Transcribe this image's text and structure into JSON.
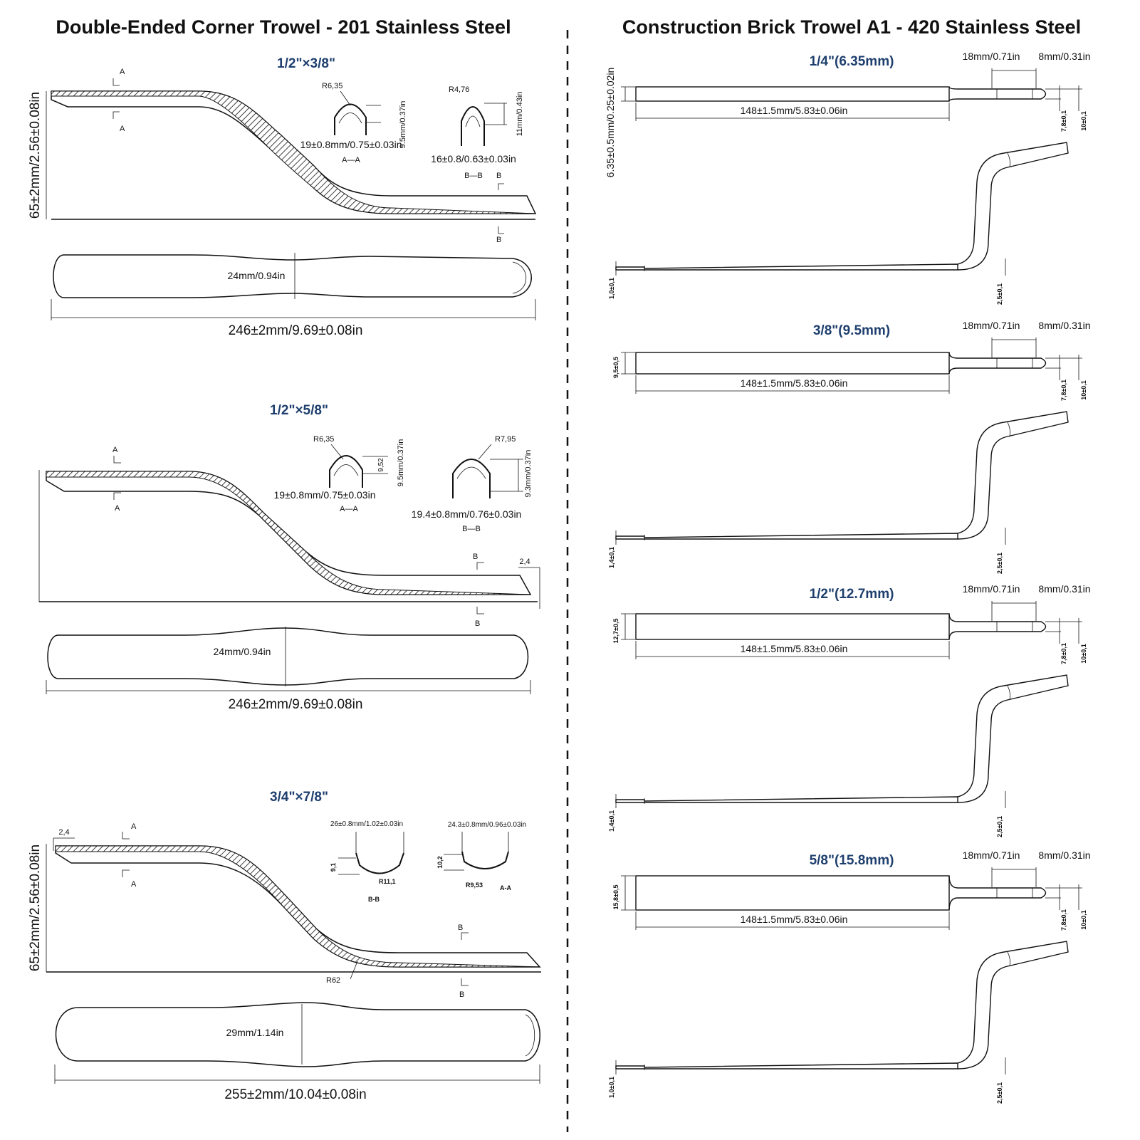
{
  "titles": {
    "left": "Double-Ended Corner Trowel - 201 Stainless Steel",
    "right": "Construction Brick Trowel A1 - 420 Stainless Steel"
  },
  "corner_trowels": [
    {
      "size": "1/2\"×3/8\"",
      "height": "65±2mm/2.56±0.08in",
      "width": "24mm/0.94in",
      "length": "246±2mm/9.69±0.08in",
      "sec_a": {
        "radius": "R6,35",
        "width": "19±0.8mm/0.75±0.03in",
        "height": "9.5mm/0.37in",
        "name": "A—A"
      },
      "sec_b": {
        "radius": "R4,76",
        "width": "16±0.8/0.63±0.03in",
        "height": "11mm/0.43in",
        "name": "B—B"
      },
      "marks": {
        "a": "A",
        "b": "B"
      }
    },
    {
      "size": "1/2\"×5/8\"",
      "width": "24mm/0.94in",
      "length": "246±2mm/9.69±0.08in",
      "tip": "2,4",
      "sec_a": {
        "radius": "R6,35",
        "width": "19±0.8mm/0.75±0.03in",
        "height": "9.5mm/0.37in",
        "inner": "9,52",
        "name": "A—A"
      },
      "sec_b": {
        "radius": "R7,95",
        "width": "19.4±0.8mm/0.76±0.03in",
        "height": "9.3mm/0.37in",
        "name": "B—B"
      },
      "marks": {
        "a": "A",
        "b": "B"
      }
    },
    {
      "size": "3/4\"×7/8\"",
      "height": "65±2mm/2.56±0.08in",
      "width": "29mm/1.14in",
      "length": "255±2mm/10.04±0.08in",
      "tip": "2,4",
      "bend": "R62",
      "sec_b": {
        "radius": "R11,1",
        "width": "26±0.8mm/1.02±0.03in",
        "height": "9,1",
        "name": "B-B"
      },
      "sec_a": {
        "radius": "R9,53",
        "width": "24.3±0.8mm/0.96±0.03in",
        "height": "10,2",
        "name": "A-A"
      },
      "marks": {
        "a": "A",
        "b": "B"
      }
    }
  ],
  "brick_trowels": [
    {
      "size": "1/4\"(6.35mm)",
      "width": "6.35±0.5mm/0.25±0.02in",
      "length": "148±1.5mm/5.83±0.06in",
      "d1": "18mm/0.71in",
      "d2": "8mm/0.31in",
      "h1": "7,8±0,1",
      "h2": "10±0,1",
      "t1": "1,0±0,1",
      "t2": "2,5±0,1"
    },
    {
      "size": "3/8\"(9.5mm)",
      "width": "9,5±0,5",
      "length": "148±1.5mm/5.83±0.06in",
      "d1": "18mm/0.71in",
      "d2": "8mm/0.31in",
      "h1": "7,8±0,1",
      "h2": "10±0,1",
      "t1": "1,4±0,1",
      "t2": "2,5±0,1"
    },
    {
      "size": "1/2\"(12.7mm)",
      "width": "12,7±0,5",
      "length": "148±1.5mm/5.83±0.06in",
      "d1": "18mm/0.71in",
      "d2": "8mm/0.31in",
      "h1": "7,8±0,1",
      "h2": "10±0,1",
      "t1": "1,4±0,1",
      "t2": "2,5±0,1"
    },
    {
      "size": "5/8\"(15.8mm)",
      "width": "15,8±0,5",
      "length": "148±1.5mm/5.83±0.06in",
      "d1": "18mm/0.71in",
      "d2": "8mm/0.31in",
      "h1": "7,8±0,1",
      "h2": "10±0,1",
      "t1": "1,0±0,1",
      "t2": "2,5±0,1"
    }
  ]
}
